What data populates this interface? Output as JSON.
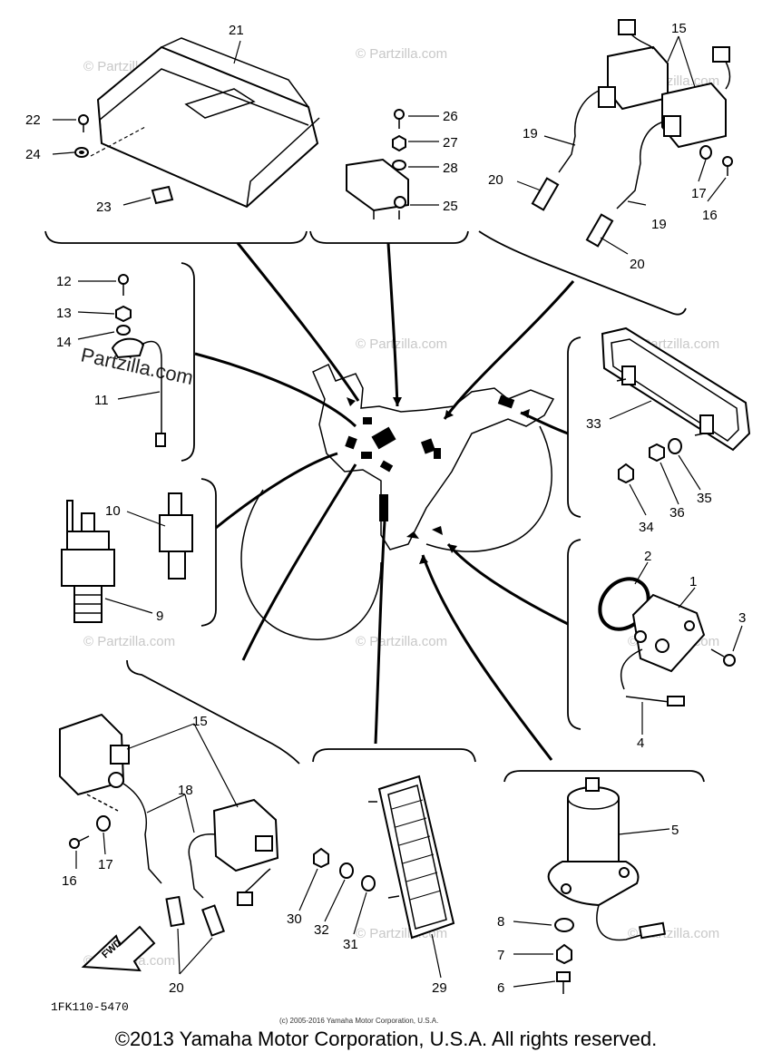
{
  "callouts": {
    "c21": "21",
    "c22": "22",
    "c24": "24",
    "c23": "23",
    "c26": "26",
    "c27": "27",
    "c28": "28",
    "c25": "25",
    "c15a": "15",
    "c19a": "19",
    "c20a": "20",
    "c17a": "17",
    "c16a": "16",
    "c19b": "19",
    "c20b": "20",
    "c12": "12",
    "c13": "13",
    "c14": "14",
    "c11": "11",
    "c10": "10",
    "c9": "9",
    "c33": "33",
    "c34": "34",
    "c36": "36",
    "c35": "35",
    "c2": "2",
    "c1": "1",
    "c3": "3",
    "c4": "4",
    "c15b": "15",
    "c18": "18",
    "c16b": "16",
    "c17b": "17",
    "c20c": "20",
    "c30": "30",
    "c32": "32",
    "c31": "31",
    "c29": "29",
    "c5": "5",
    "c8": "8",
    "c7": "7",
    "c6": "6"
  },
  "fwd_label": "FWD",
  "diagram_code": "1FK110-5470",
  "small_copyright": "(c) 2005-2016 Yamaha Motor Corporation, U.S.A.",
  "watermark_text": "© Partzilla.com",
  "watermark_prominent": "Partzilla.com",
  "footer_copyright": "©2013 Yamaha Motor Corporation, U.S.A. All rights reserved."
}
